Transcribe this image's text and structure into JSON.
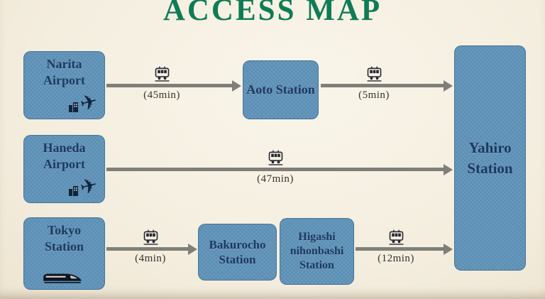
{
  "title": "ACCESS MAP",
  "destination": {
    "name": "Yahiro Station"
  },
  "routes": [
    {
      "origin": {
        "name": "Narita Airport",
        "icon": "airplane-icon"
      },
      "legs": [
        {
          "icon": "train-icon",
          "duration": "(45min)",
          "to": "Aoto Station"
        },
        {
          "icon": "train-icon",
          "duration": "(5min)",
          "to": "Yahiro Station"
        }
      ]
    },
    {
      "origin": {
        "name": "Haneda Airport",
        "icon": "airplane-icon"
      },
      "legs": [
        {
          "icon": "train-icon",
          "duration": "(47min)",
          "to": "Yahiro Station"
        }
      ]
    },
    {
      "origin": {
        "name": "Tokyo Station",
        "icon": "shinkansen-icon"
      },
      "legs": [
        {
          "icon": "train-icon",
          "duration": "(4min)",
          "to": "Bakurocho Station"
        },
        {
          "to": "Higashi nihonbashi Station"
        },
        {
          "icon": "train-icon",
          "duration": "(12min)",
          "to": "Yahiro Station"
        }
      ]
    }
  ],
  "colors": {
    "background": "#f5efe1",
    "station_box": "#6094ba",
    "station_text": "#1d3a5e",
    "title_green": "#0e7c54",
    "arrow_gray": "#807e78"
  }
}
